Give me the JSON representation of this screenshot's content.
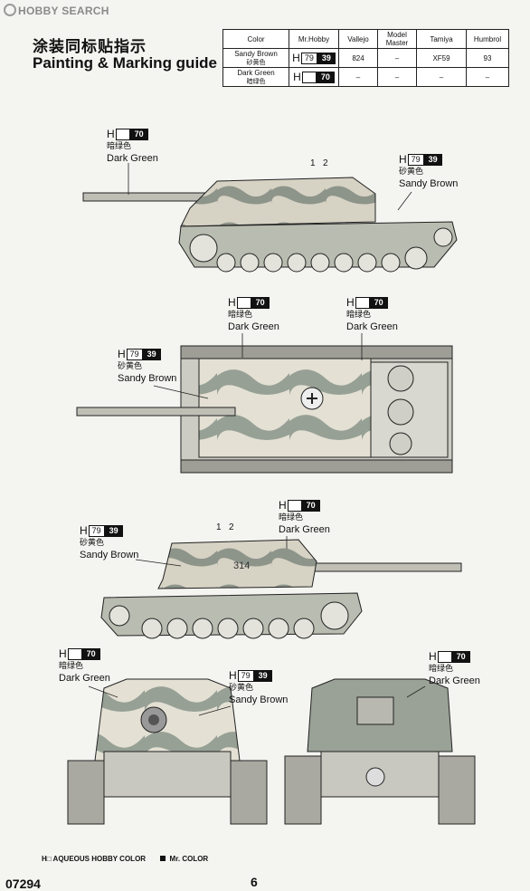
{
  "logo": "HOBBY SEARCH",
  "title_cn": "涂装同标贴指示",
  "title_en": "Painting & Marking guide",
  "table": {
    "headers": [
      "Color",
      "Mr.Hobby",
      "Vallejo",
      "Model Master",
      "Tamiya",
      "Humbrol"
    ],
    "rows": [
      {
        "color_en": "Sandy Brown",
        "color_cn": "砂黄色",
        "h": "H",
        "mrhobby_w": "79",
        "mrhobby_b": "39",
        "vallejo": "824",
        "modelmaster": "–",
        "tamiya": "XF59",
        "humbrol": "93"
      },
      {
        "color_en": "Dark Green",
        "color_cn": "暗绿色",
        "h": "H",
        "mrhobby_w": "",
        "mrhobby_b": "70",
        "vallejo": "–",
        "modelmaster": "–",
        "tamiya": "–",
        "humbrol": "–"
      }
    ]
  },
  "callouts": {
    "dg1": {
      "h": "H",
      "code": "70",
      "cn": "暗绿色",
      "en": "Dark Green"
    },
    "sb1": {
      "h": "H",
      "code_w": "79",
      "code_b": "39",
      "cn": "砂黄色",
      "en": "Sandy Brown"
    },
    "dg2": {
      "h": "H",
      "code": "70",
      "cn": "暗绿色",
      "en": "Dark Green"
    },
    "dg3": {
      "h": "H",
      "code": "70",
      "cn": "暗绿色",
      "en": "Dark Green"
    },
    "sb2": {
      "h": "H",
      "code_w": "79",
      "code_b": "39",
      "cn": "砂黄色",
      "en": "Sandy Brown"
    },
    "dg4": {
      "h": "H",
      "code": "70",
      "cn": "暗绿色",
      "en": "Dark Green"
    },
    "sb3": {
      "h": "H",
      "code_w": "79",
      "code_b": "39",
      "cn": "砂黄色",
      "en": "Sandy Brown"
    },
    "dg5": {
      "h": "H",
      "code": "70",
      "cn": "暗绿色",
      "en": "Dark Green"
    },
    "sb4": {
      "h": "H",
      "code_w": "79",
      "code_b": "39",
      "cn": "砂黄色",
      "en": "Sandy Brown"
    },
    "dg6": {
      "h": "H",
      "code": "70",
      "cn": "暗绿色",
      "en": "Dark Green"
    }
  },
  "marking_numbers": {
    "one": "1",
    "two": "2",
    "hull_number": "314"
  },
  "footer": {
    "aqueous": "H□ AQUEOUS HOBBY COLOR",
    "mr": "Mr. COLOR"
  },
  "product_code": "07294",
  "page_number": "6"
}
